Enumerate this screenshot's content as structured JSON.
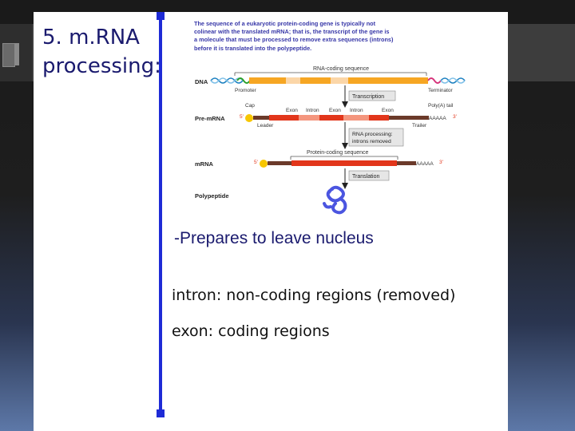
{
  "slide": {
    "title_line1": "5. m.RNA",
    "title_line2": "processing:",
    "intro": "The sequence of a eukaryotic protein-coding gene is typically not colinear with the translated mRNA; that is, the transcript of the gene is a molecule that must be processed to remove extra sequences (introns) before it is translated into the polypeptide.",
    "bullet": "-Prepares to leave nucleus",
    "intron_def": "intron: non-coding regions (removed)",
    "exon_def": "exon: coding regions"
  },
  "diagram": {
    "rna_coding_sequence": "RNA-coding sequence",
    "dna": "DNA",
    "promoter": "Promoter",
    "terminator": "Terminator",
    "transcription": "Transcription",
    "cap": "Cap",
    "exon": "Exon",
    "intron": "Intron",
    "poly_a_tail": "Poly(A) tail",
    "five_prime": "5'",
    "three_prime": "3'",
    "pre_mrna": "Pre-mRNA",
    "poly_a": "AAAAA",
    "leader": "Leader",
    "trailer": "Trailer",
    "rna_processing_line1": "RNA processing:",
    "rna_processing_line2": "introns removed",
    "protein_coding_sequence": "Protein-coding sequence",
    "mrna": "mRNA",
    "translation": "Translation",
    "polypeptide": "Polypeptide"
  },
  "colors": {
    "title": "#1a1a6e",
    "divider": "#1e2bd6",
    "intro_text": "#3838a8",
    "exon_orange": "#f6a623",
    "intron_peach": "#fbd6a8",
    "mrna_red": "#e2361b",
    "leader_brown": "#6b3a2a",
    "cap_yellow": "#f7c600",
    "helix_blue": "#1a7fc0",
    "promoter_green": "#2aa02a",
    "terminator_pink": "#d6337a",
    "polypeptide_blue": "#4b55e0"
  }
}
